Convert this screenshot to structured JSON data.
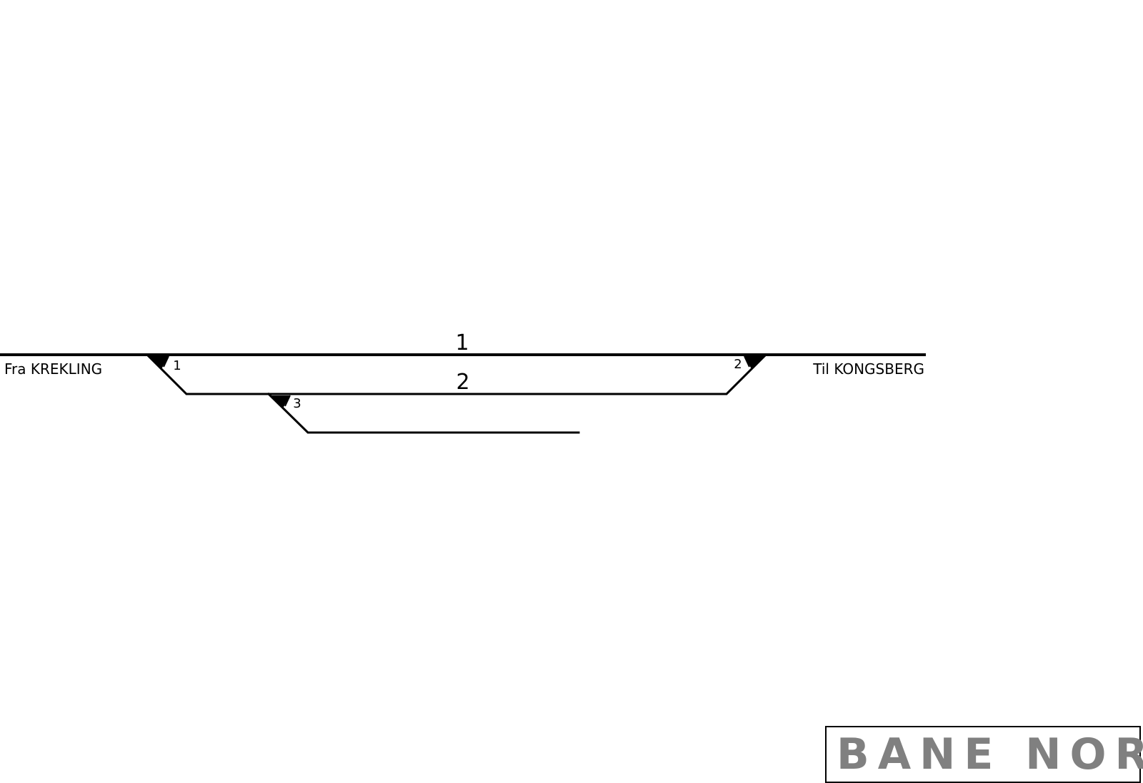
{
  "diagram": {
    "endpoints": {
      "from_label": "Fra KREKLING",
      "to_label": "Til KONGSBERG"
    },
    "tracks": [
      {
        "label": "1"
      },
      {
        "label": "2"
      }
    ],
    "switches": [
      {
        "label": "1"
      },
      {
        "label": "2"
      },
      {
        "label": "3"
      }
    ]
  },
  "logo": {
    "text": "BANE NOR",
    "color": "#808080"
  }
}
